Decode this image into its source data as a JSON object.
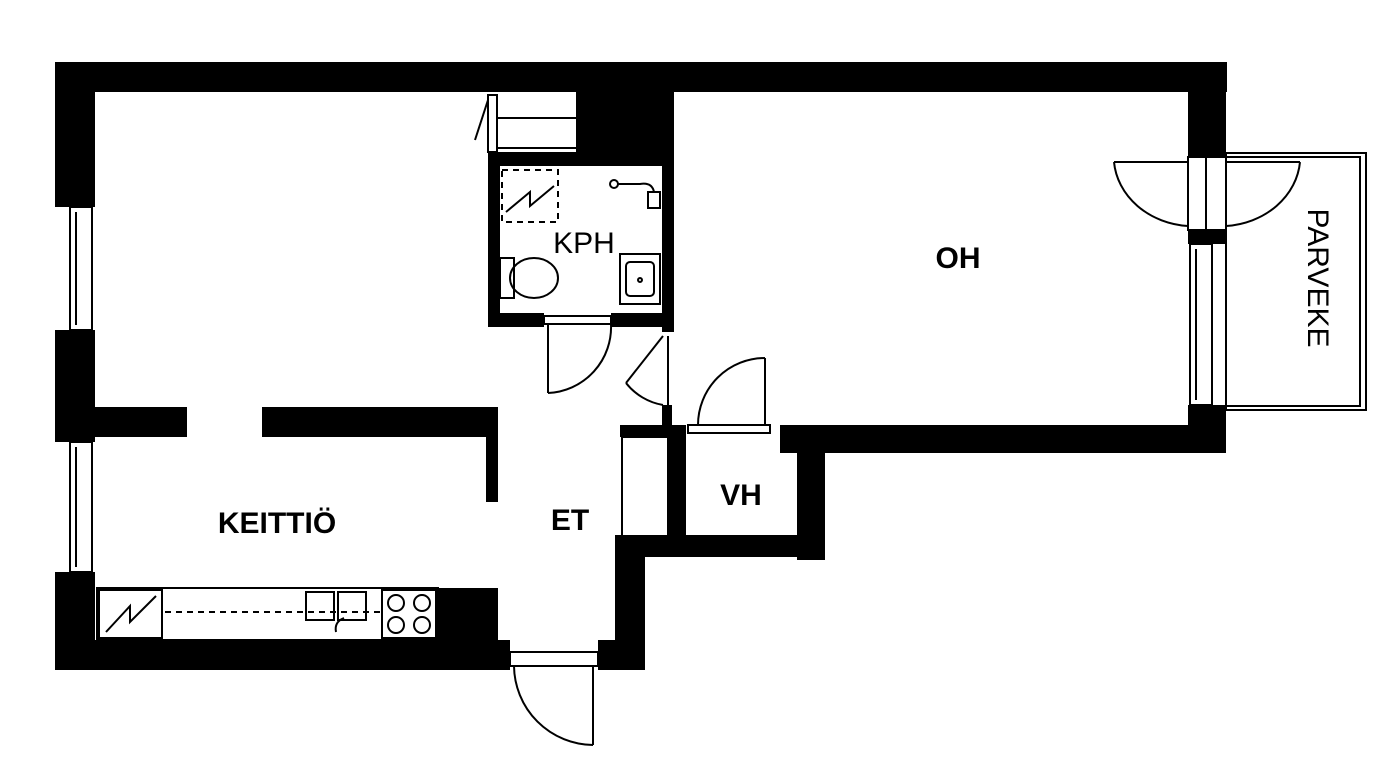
{
  "rooms": {
    "kitchen": "KEITTIÖ",
    "bathroom": "KPH",
    "living": "OH",
    "hall": "ET",
    "closet": "VH",
    "balcony": "PARVEKE"
  }
}
